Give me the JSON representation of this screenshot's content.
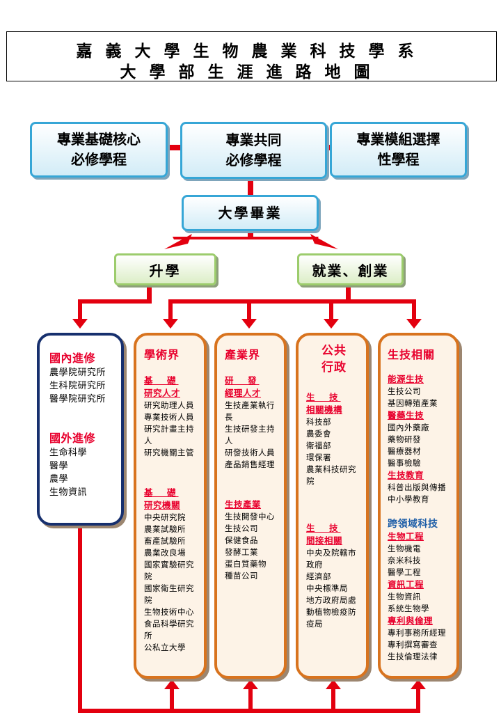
{
  "title": {
    "line1": "嘉義大學生物農業科技學系",
    "line2": "大學部生涯進路地圖"
  },
  "programs": {
    "core": [
      "專業基礎核心",
      "必修學程"
    ],
    "common": [
      "專業共同",
      "必修學程"
    ],
    "module": [
      "專業模組選擇",
      "性學程"
    ]
  },
  "graduation": "大學畢業",
  "paths": {
    "further_study": "升學",
    "employment": "就業、創業"
  },
  "columns": {
    "domestic": {
      "heading1": "國內進修",
      "items1": [
        "農學院研究所",
        "生科院研究所",
        "醫學院研究所"
      ],
      "heading2": "國外進修",
      "items2": [
        "生命科學",
        "醫學",
        "農學",
        "生物資訊"
      ]
    },
    "academia": {
      "title": "學術界",
      "sec1": [
        "基　礎",
        "研究人才"
      ],
      "items1": [
        "研究助理人員",
        "專業技術人員",
        "研究計畫主持",
        "人",
        "研究機關主管"
      ],
      "sec2": [
        "基　礎",
        "研究機關"
      ],
      "items2": [
        "中央研究院",
        "農業試驗所",
        "畜產試驗所",
        "農業改良場",
        "國家實驗研究",
        "院",
        "國家衛生研究",
        "院",
        "生物技術中心",
        "食品科學研究",
        "所",
        "公私立大學"
      ]
    },
    "industry": {
      "title": "產業界",
      "sec1": [
        "研　發",
        "經理人才"
      ],
      "items1": [
        "生技產業執行",
        "長",
        "生技研發主持",
        "人",
        "研發技術人員",
        "產品銷售經理"
      ],
      "sec2": "生技產業",
      "items2": [
        "生技開發中心",
        "生技公司",
        "保健食品",
        "發酵工業",
        "蛋白質藥物",
        "種苗公司"
      ]
    },
    "public": {
      "title": [
        "公共",
        "行政"
      ],
      "sec1": [
        "生　技",
        "相關機構"
      ],
      "items1": [
        "科技部",
        "農委會",
        "衛福部",
        "環保署",
        "農業科技研究",
        "院"
      ],
      "sec2": [
        "生　技",
        "間接相關"
      ],
      "items2": [
        "中央及院轄市",
        "政府",
        "經濟部",
        "中央標準局",
        "地方政府局處",
        "動植物檢疫防",
        "疫局"
      ]
    },
    "biotech": {
      "title": "生技相關",
      "sec1": "能源生技",
      "items1": [
        "生技公司",
        "基因轉殖產業"
      ],
      "sec2": "醫藥生技",
      "items2": [
        "國內外藥廠",
        "藥物研發",
        "醫療器材",
        "醫事檢驗"
      ],
      "sec3": "生技教育",
      "items3": [
        "科普出版與傳播",
        "中小學教育"
      ],
      "cross": "跨領域科技",
      "sec4": "生物工程",
      "items4": [
        "生物機電",
        "奈米科技",
        "醫學工程"
      ],
      "sec5": "資訊工程",
      "items5": [
        "生物資訊",
        "系統生物學"
      ],
      "sec6": "專利與倫理",
      "items6": [
        "專利事務所經理",
        "專利撰寫審查",
        "生技倫理法律"
      ]
    }
  },
  "colors": {
    "connector": "#e3000f",
    "program_border": "#36a6d6",
    "path_border": "#9ccc6c",
    "career_border": "#d8731e",
    "study_border": "#17306e",
    "accent_text": "#e8002d"
  }
}
